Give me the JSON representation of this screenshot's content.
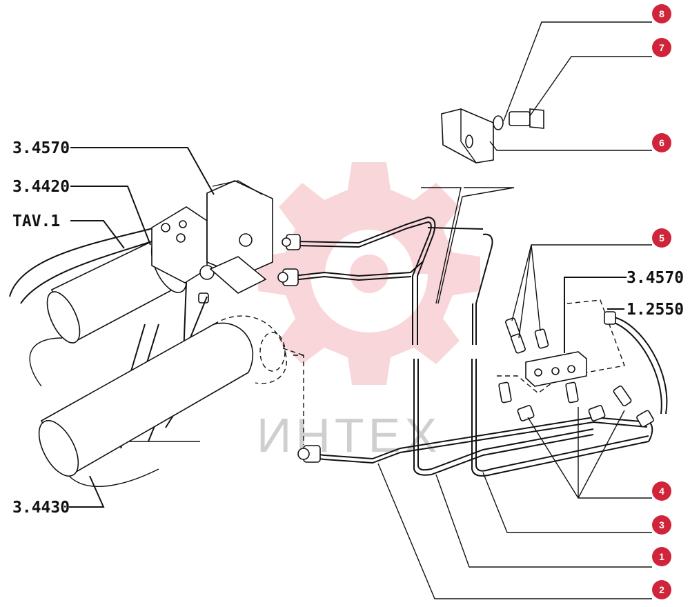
{
  "references": {
    "ref_3_4570_left": "3.4570",
    "ref_3_4420": "3.4420",
    "ref_tav_1": "TAV.1",
    "ref_3_4430": "3.4430",
    "ref_3_4570_right": "3.4570",
    "ref_1_2550": "1.2550"
  },
  "callouts": {
    "c8": "8",
    "c7": "7",
    "c6": "6",
    "c5": "5",
    "c4": "4",
    "c3": "3",
    "c1": "1",
    "c2": "2"
  },
  "watermark": {
    "text": "ИНТЕХ"
  },
  "colors": {
    "badge": "#d0243a",
    "watermark_logo": "#f3b6bc",
    "line": "#111111"
  }
}
